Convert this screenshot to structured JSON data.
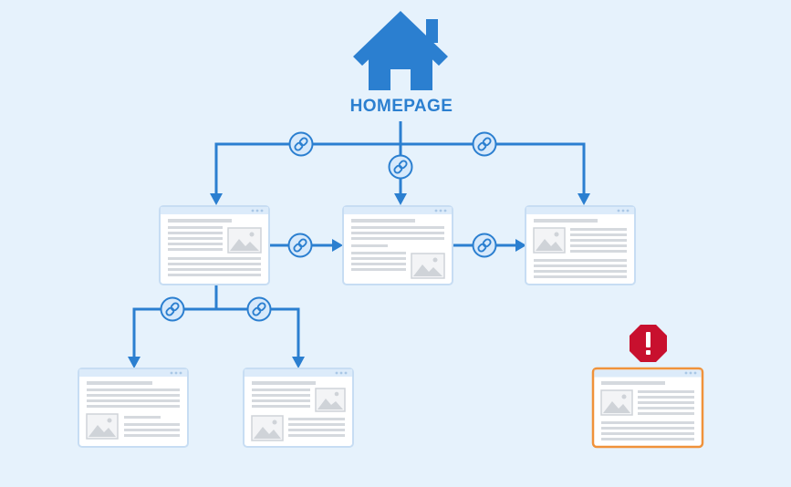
{
  "homepage": {
    "label": "HOMEPAGE",
    "icon": "house-icon"
  },
  "colors": {
    "background": "#e6f2fc",
    "primary": "#2b7fd0",
    "link_badge_fill": "#d7e9fb",
    "page_border": "#c7ddf3",
    "page_header": "#dcebfa",
    "content_gray": "#d5d9de",
    "orphan_border": "#f0923a",
    "warning_red": "#c8102e"
  },
  "pages": [
    {
      "id": "page-level1-left",
      "layout": "text-left-image-right",
      "orphan": false
    },
    {
      "id": "page-level1-center",
      "layout": "text-left-image-right-bottom",
      "orphan": false
    },
    {
      "id": "page-level1-right",
      "layout": "image-left-text-right",
      "orphan": false
    },
    {
      "id": "page-level2-left",
      "layout": "text-top-image-left-bottom",
      "orphan": false
    },
    {
      "id": "page-level2-center",
      "layout": "text-left-image-right-top-and-left-bottom",
      "orphan": false
    },
    {
      "id": "page-orphan",
      "layout": "image-left-text-right",
      "orphan": true
    }
  ],
  "links": [
    {
      "from": "homepage",
      "to": "page-level1-left",
      "icon": "link-icon"
    },
    {
      "from": "homepage",
      "to": "page-level1-center",
      "icon": "link-icon"
    },
    {
      "from": "homepage",
      "to": "page-level1-right",
      "icon": "link-icon"
    },
    {
      "from": "page-level1-left",
      "to": "page-level1-center",
      "icon": "link-icon"
    },
    {
      "from": "page-level1-center",
      "to": "page-level1-right",
      "icon": "link-icon"
    },
    {
      "from": "page-level1-left",
      "to": "page-level2-left",
      "icon": "link-icon"
    },
    {
      "from": "page-level1-left",
      "to": "page-level2-center",
      "icon": "link-icon"
    }
  ],
  "warning": {
    "icon": "warning-octagon-icon",
    "target": "page-orphan"
  }
}
